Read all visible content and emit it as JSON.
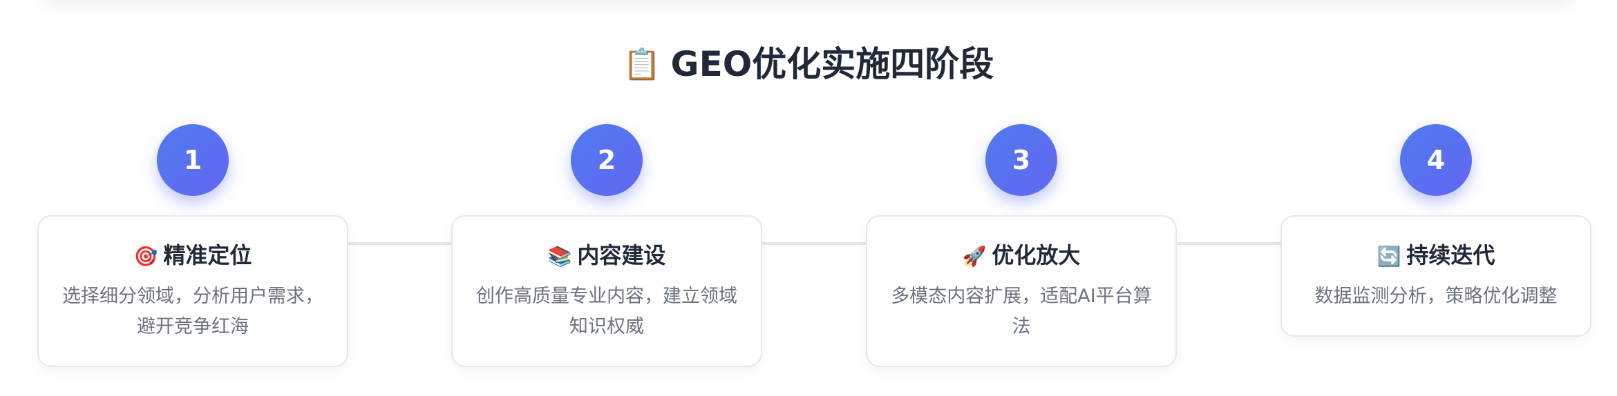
{
  "section": {
    "title_emoji": "📋",
    "title": "GEO优化实施四阶段"
  },
  "steps": [
    {
      "number": "1",
      "emoji": "🎯",
      "title": "精准定位",
      "description": "选择细分领域，分析用户需求，避开竞争红海"
    },
    {
      "number": "2",
      "emoji": "📚",
      "title": "内容建设",
      "description": "创作高质量专业内容，建立领域知识权威"
    },
    {
      "number": "3",
      "emoji": "🚀",
      "title": "优化放大",
      "description": "多模态内容扩展，适配AI平台算法"
    },
    {
      "number": "4",
      "emoji": "🔄",
      "title": "持续迭代",
      "description": "数据监测分析，策略优化调整"
    }
  ],
  "colors": {
    "circle_gradient_start": "#4f7bf0",
    "circle_gradient_end": "#6366f1",
    "title_text": "#1f2937",
    "description_text": "#6b7280",
    "card_border": "#e5e7eb",
    "connector_line": "#e5e7eb"
  }
}
